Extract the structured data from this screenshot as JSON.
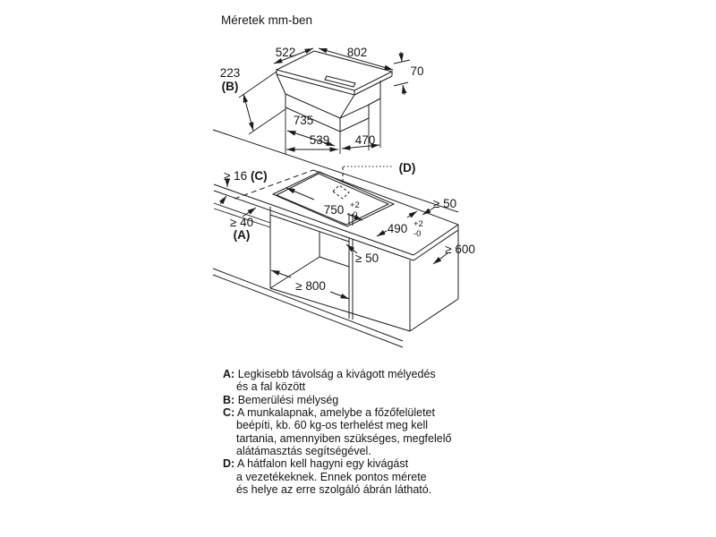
{
  "title": "Méretek mm-ben",
  "colors": {
    "line": "#1c1c1c",
    "background": "#ffffff"
  },
  "top_view": {
    "dim_width": "802",
    "dim_depth": "522",
    "dim_immersion": "223",
    "dim_immersion_key": "(B)",
    "dim_height": "70",
    "dim_housing": "735",
    "dim_base_left": "539",
    "dim_base_right": "470"
  },
  "cutout_view": {
    "dim_thickness": "≥ 16 ",
    "dim_thickness_key": "(C)",
    "dim_wall_distance": "≥ 40",
    "dim_wall_distance_key": "(A)",
    "dim_cutout_length": "750",
    "dim_cutout_depth": "490",
    "tol_plus": "+2",
    "tol_minus": "-0",
    "dim_clearance_back": "≥ 50",
    "dim_clearance_mid": "≥ 50",
    "dim_worktop_depth": "≥ 600",
    "dim_base_width": "≥ 800",
    "dim_duct_key": "(D)"
  },
  "legend": {
    "a": {
      "key": "A:",
      "lines": [
        "Legkisebb távolság a kivágott mélyedés",
        "és a fal között"
      ]
    },
    "b": {
      "key": "B:",
      "lines": [
        "Bemerülési mélység"
      ]
    },
    "c": {
      "key": "C:",
      "lines": [
        "A munkalapnak, amelybe a főzőfelületet",
        "beépíti, kb. 60 kg-os terhelést meg kell",
        "tartania, amennyiben szükséges, megfelelő",
        "alátámasztás segítségével."
      ]
    },
    "d": {
      "key": "D:",
      "lines": [
        "A hátfalon kell hagyni egy kivágást",
        "a vezetékeknek. Ennek pontos mérete",
        "és helye az erre szolgáló ábrán látható."
      ]
    }
  }
}
